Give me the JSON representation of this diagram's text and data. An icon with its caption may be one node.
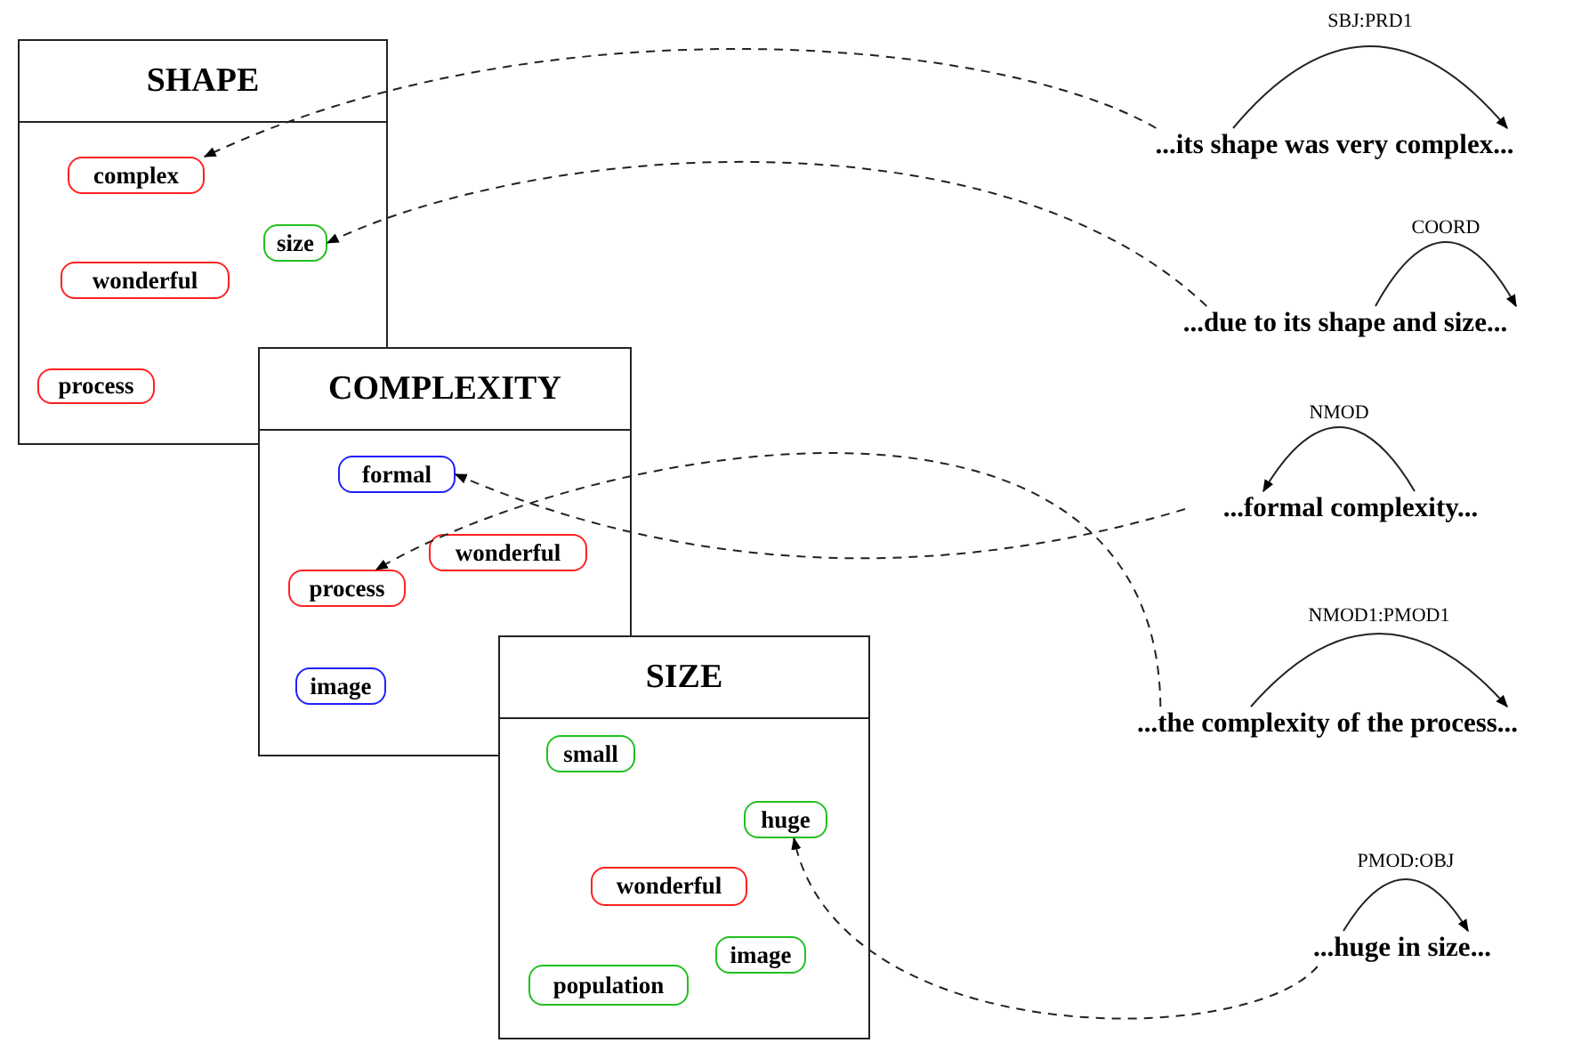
{
  "diagram": {
    "nodes": [
      {
        "text": [
          "SHAPE"
        ]
      },
      {
        "text": [
          "complex"
        ],
        "in": 0
      },
      {
        "text": [
          "size"
        ],
        "in": 0
      },
      {
        "text": [
          "wonderful"
        ],
        "in": 0
      },
      {
        "text": [
          "process"
        ],
        "in": 0
      },
      {
        "text": [
          "COMPLEXITY"
        ]
      },
      {
        "text": [
          "formal"
        ],
        "in": 5
      },
      {
        "text": [
          "process"
        ],
        "in": 5
      },
      {
        "text": [
          "wonderful"
        ],
        "in": 5
      },
      {
        "text": [
          "image"
        ],
        "in": 5
      },
      {
        "text": [
          "SIZE"
        ]
      },
      {
        "text": [
          "small"
        ],
        "in": 10
      },
      {
        "text": [
          "huge"
        ],
        "in": 10
      },
      {
        "text": [
          "wonderful"
        ],
        "in": 10
      },
      {
        "text": [
          "image"
        ],
        "in": 10
      },
      {
        "text": [
          "population"
        ],
        "in": 10
      },
      {
        "text": [
          "...its shape was very complex..."
        ]
      },
      {
        "text": [
          "...due to its shape and size..."
        ]
      },
      {
        "text": [
          "...formal complexity..."
        ]
      },
      {
        "text": [
          "...the complexity of the process..."
        ]
      },
      {
        "text": [
          "...huge in size..."
        ]
      }
    ],
    "edges": [
      {
        "from": 16,
        "to": 1,
        "arrow": "to",
        "style": "dashed"
      },
      {
        "from": 17,
        "to": 2,
        "arrow": "to",
        "style": "dashed"
      },
      {
        "from": 18,
        "to": 6,
        "arrow": "to",
        "style": "dashed"
      },
      {
        "from": 19,
        "to": 7,
        "arrow": "to",
        "style": "dashed"
      },
      {
        "from": 20,
        "to": 12,
        "arrow": "to",
        "style": "dashed"
      },
      {
        "from": 16,
        "to": 16,
        "arrow": "to",
        "label": "SBJ:PRD1"
      },
      {
        "from": 17,
        "to": 17,
        "arrow": "to",
        "label": "COORD"
      },
      {
        "from": 18,
        "to": 18,
        "arrow": "to",
        "label": "NMOD"
      },
      {
        "from": 19,
        "to": 19,
        "arrow": "to",
        "label": "NMOD1:PMOD1"
      },
      {
        "from": 20,
        "to": 20,
        "arrow": "to",
        "label": "PMOD:OBJ"
      }
    ]
  }
}
